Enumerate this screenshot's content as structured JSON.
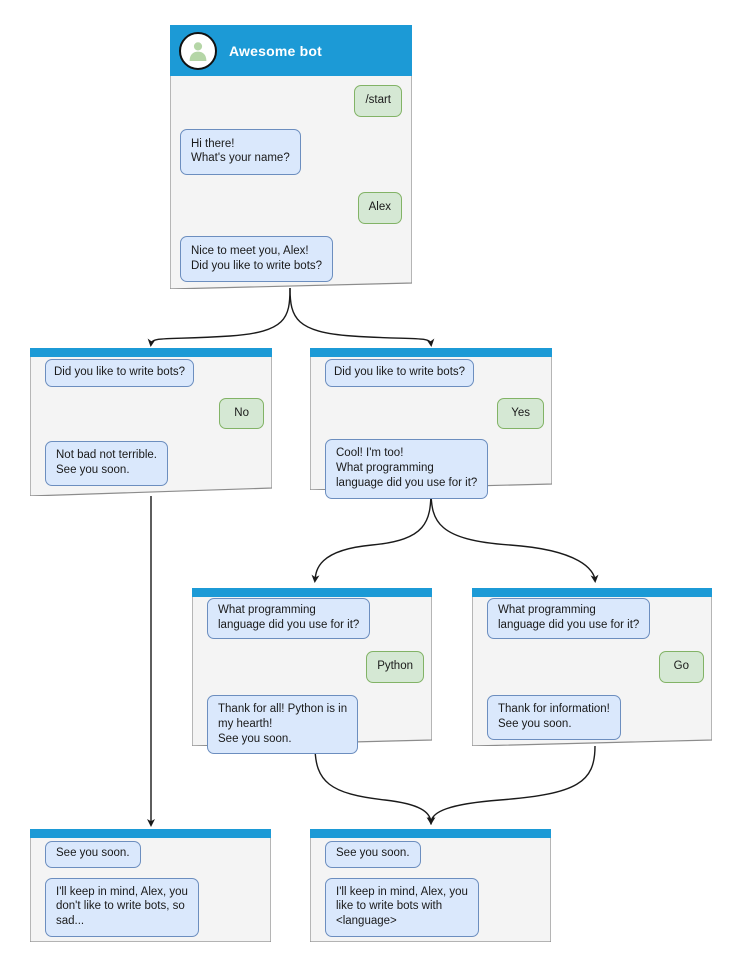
{
  "diagram": {
    "title": "Awesome bot chatbot conversation flow",
    "colors": {
      "header_blue": "#1c9ad6",
      "node_body": "#f4f4f4",
      "node_border": "#8c8c8c",
      "bot_bubble_fill": "#dae8fc",
      "bot_bubble_border": "#6c8ebf",
      "user_bubble_fill": "#d5e8d4",
      "user_bubble_border": "#82b366",
      "edge": "#1a1a1a",
      "avatar_person": "#b5d6a7"
    }
  },
  "nodes": {
    "root": {
      "header_title": "Awesome bot",
      "avatar_icon": "person-avatar-icon",
      "messages": [
        {
          "side": "user",
          "text": "/start"
        },
        {
          "side": "bot",
          "text": "Hi there!\nWhat's your name?"
        },
        {
          "side": "user",
          "text": "Alex"
        },
        {
          "side": "bot",
          "text": "Nice to meet you, Alex!\nDid you like to write bots?"
        }
      ]
    },
    "no_branch": {
      "messages": [
        {
          "side": "bot",
          "text": "Did you like to write bots?"
        },
        {
          "side": "user",
          "text": "No"
        },
        {
          "side": "bot",
          "text": "Not bad not terrible.\nSee you soon."
        }
      ]
    },
    "yes_branch": {
      "messages": [
        {
          "side": "bot",
          "text": "Did you like to write bots?"
        },
        {
          "side": "user",
          "text": "Yes"
        },
        {
          "side": "bot",
          "text": "Cool! I'm too!\nWhat programming\nlanguage did you use for it?"
        }
      ]
    },
    "python_branch": {
      "messages": [
        {
          "side": "bot",
          "text": "What programming\nlanguage did you use for it?"
        },
        {
          "side": "user",
          "text": "Python"
        },
        {
          "side": "bot",
          "text": "Thank for all! Python is in\nmy hearth!\nSee you soon."
        }
      ]
    },
    "go_branch": {
      "messages": [
        {
          "side": "bot",
          "text": "What programming\nlanguage did you use for it?"
        },
        {
          "side": "user",
          "text": "Go"
        },
        {
          "side": "bot",
          "text": "Thank for information!\nSee you soon."
        }
      ]
    },
    "end_sad": {
      "messages": [
        {
          "side": "bot",
          "text": "See you soon."
        },
        {
          "side": "bot",
          "text": "I'll keep in mind, Alex, you\ndon't like to write bots, so\nsad..."
        }
      ]
    },
    "end_happy": {
      "messages": [
        {
          "side": "bot",
          "text": "See you soon."
        },
        {
          "side": "bot",
          "text": "I'll keep in mind, Alex, you\nlike to write bots with\n<language>"
        }
      ]
    }
  }
}
